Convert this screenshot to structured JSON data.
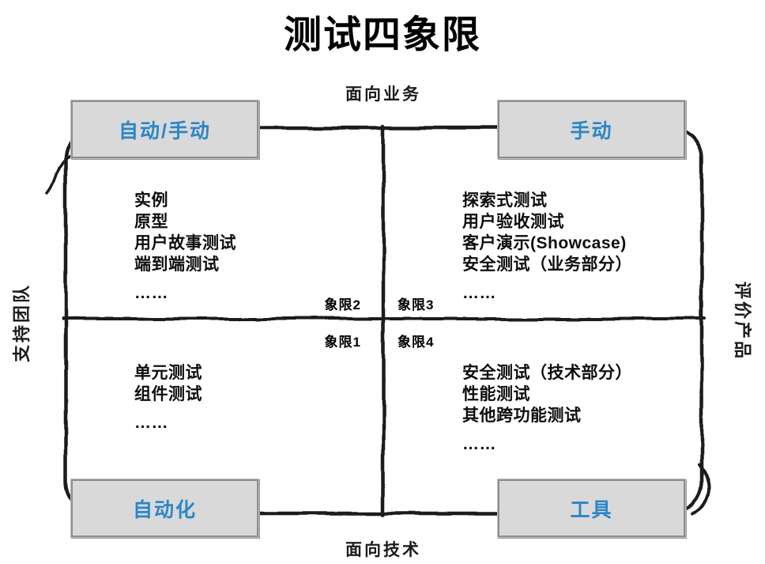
{
  "title": "测试四象限",
  "axes": {
    "top": "面向业务",
    "bottom": "面向技术",
    "left": "支持团队",
    "right": "评价产品"
  },
  "corner_boxes": {
    "top_left": "自动/手动",
    "top_right": "手动",
    "bottom_left": "自动化",
    "bottom_right": "工具"
  },
  "quadrants": {
    "q2": {
      "label": "象限2",
      "items": [
        "实例",
        "原型",
        "用户故事测试",
        "端到端测试",
        "……"
      ]
    },
    "q3": {
      "label": "象限3",
      "items": [
        "探索式测试",
        "用户验收测试",
        "客户演示(Showcase)",
        "安全测试（业务部分）",
        "……"
      ]
    },
    "q1": {
      "label": "象限1",
      "items": [
        "单元测试",
        "组件测试",
        "……"
      ]
    },
    "q4": {
      "label": "象限4",
      "items": [
        "安全测试（技术部分）",
        "性能测试",
        "其他跨功能测试",
        "……"
      ]
    }
  },
  "colors": {
    "accent_blue": "#2b86c7",
    "box_fill": "#d9d9d9",
    "box_border": "#8e8e8e",
    "line": "#1a1a1a",
    "text": "#0d0d0d"
  }
}
